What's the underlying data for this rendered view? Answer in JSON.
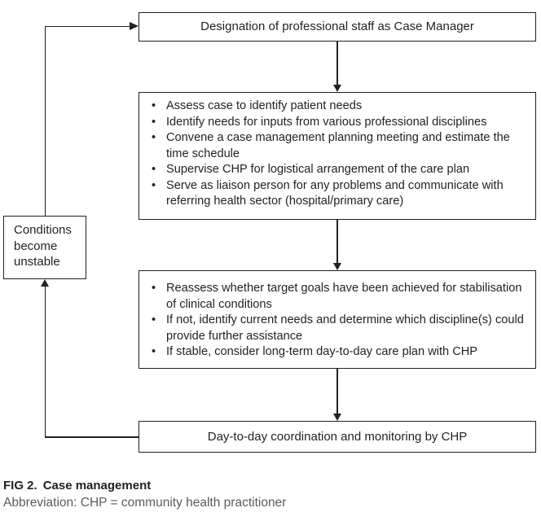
{
  "flowchart": {
    "designation_box": "Designation of professional staff as Case Manager",
    "assess_box": {
      "items": [
        "Assess case to identify patient needs",
        "Identify needs for inputs from various professional disciplines",
        "Convene a case management planning meeting and estimate the time schedule",
        "Supervise CHP for logistical arrangement of the care plan",
        "Serve as liaison person for any problems and communicate with referring health sector (hospital/primary care)"
      ]
    },
    "reassess_box": {
      "items": [
        "Reassess whether target goals have been achieved for stabilisation of clinical conditions",
        "If not, identify current needs and determine which discipline(s) could provide further assistance",
        "If stable, consider long-term day-to-day care plan with CHP"
      ]
    },
    "daytoday_box": "Day-to-day coordination and monitoring by CHP",
    "conditions_box": "Conditions become unstable"
  },
  "caption": {
    "fig_label": "FIG 2.",
    "fig_title": "Case management",
    "abbreviation": "Abbreviation: CHP = community health practitioner"
  },
  "colors": {
    "line": "#231f20",
    "text": "#231f20",
    "caption_gray": "#5a5b5e",
    "background": "#ffffff"
  }
}
